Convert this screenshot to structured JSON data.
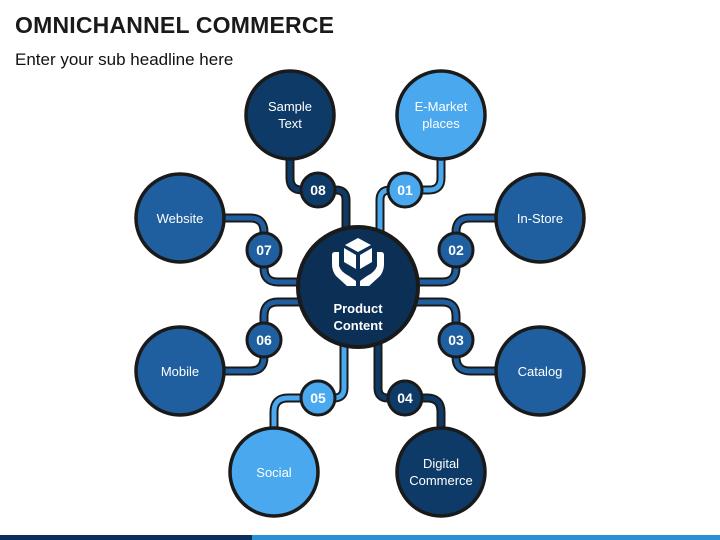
{
  "title": "OMNICHANNEL COMMERCE",
  "subtitle": "Enter your sub headline here",
  "center": {
    "line1": "Product",
    "line2": "Content",
    "icon": "hands-holding-box-icon"
  },
  "colors": {
    "center": "#0b2f55",
    "dark": "#0d3a66",
    "medium": "#1f5fa0",
    "light": "#4aa8ee",
    "ring": "#1a1a1a"
  },
  "nodes": [
    {
      "number": "01",
      "line1": "E-Market",
      "line2": "places",
      "tone": "light"
    },
    {
      "number": "02",
      "line1": "In-Store",
      "line2": "",
      "tone": "medium"
    },
    {
      "number": "03",
      "line1": "Catalog",
      "line2": "",
      "tone": "medium"
    },
    {
      "number": "04",
      "line1": "Digital",
      "line2": "Commerce",
      "tone": "dark"
    },
    {
      "number": "05",
      "line1": "Social",
      "line2": "",
      "tone": "light"
    },
    {
      "number": "06",
      "line1": "Mobile",
      "line2": "",
      "tone": "medium"
    },
    {
      "number": "07",
      "line1": "Website",
      "line2": "",
      "tone": "medium"
    },
    {
      "number": "08",
      "line1": "Sample",
      "line2": "Text",
      "tone": "dark"
    }
  ]
}
